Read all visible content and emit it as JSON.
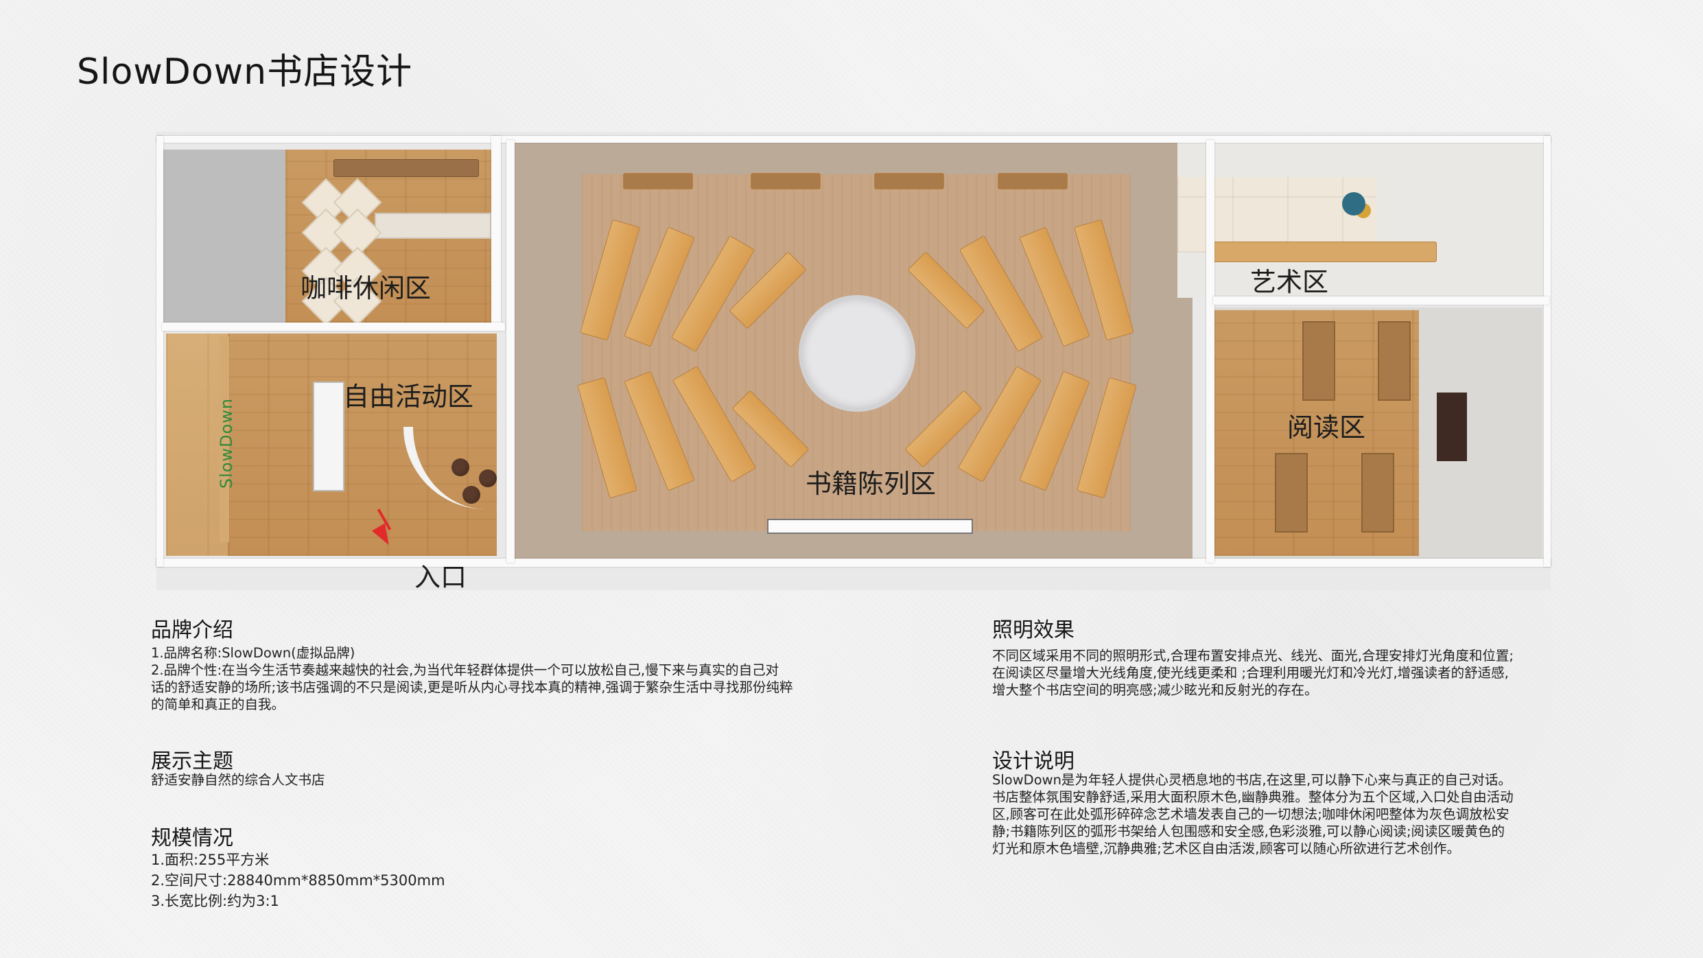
{
  "title": "SlowDown书店设计",
  "plan": {
    "zones": {
      "cafe": "咖啡休闲区",
      "free": "自由活动区",
      "books": "书籍陈列区",
      "art": "艺术区",
      "reading": "阅读区",
      "entrance": "入口"
    },
    "logo_text": "SlowDown"
  },
  "brand": {
    "heading": "品牌介绍",
    "lines": [
      "1.品牌名称:SlowDown(虚拟品牌)",
      "2.品牌个性:在当今生活节奏越来越快的社会,为当代年轻群体提供一个可以放松自己,慢下来与真实的自己对",
      "话的舒适安静的场所;该书店强调的不只是阅读,更是听从内心寻找本真的精神,强调于繁杂生活中寻找那份纯粹",
      "的简单和真正的自我。"
    ]
  },
  "theme": {
    "heading": "展示主题",
    "lines": [
      "舒适安静自然的综合人文书店"
    ]
  },
  "scale": {
    "heading": "规模情况",
    "lines": [
      "1.面积:255平方米",
      "2.空间尺寸:28840mm*8850mm*5300mm",
      "3.长宽比例:约为3:1"
    ]
  },
  "lighting": {
    "heading": "照明效果",
    "lines": [
      "不同区域采用不同的照明形式,合理布置安排点光、线光、面光,合理安排灯光角度和位置;",
      "在阅读区尽量增大光线角度,使光线更柔和 ;合理利用暖光灯和冷光灯,增强读者的舒适感,",
      "增大整个书店空间的明亮感;减少眩光和反射光的存在。"
    ]
  },
  "design": {
    "heading": "设计说明",
    "lines": [
      "SlowDown是为年轻人提供心灵栖息地的书店,在这里,可以静下心来与真正的自己对话。",
      "书店整体氛围安静舒适,采用大面积原木色,幽静典雅。整体分为五个区域,入口处自由活动",
      "区,顾客可在此处弧形碎碎念艺术墙发表自己的一切想法;咖啡休闲吧整体为灰色调放松安",
      "静;书籍陈列区的弧形书架给人包围感和安全感,色彩淡雅,可以静心阅读;阅读区暖黄色的",
      "灯光和原木色墙壁,沉静典雅;艺术区自由活泼,顾客可以随心所欲进行艺术创作。"
    ]
  }
}
